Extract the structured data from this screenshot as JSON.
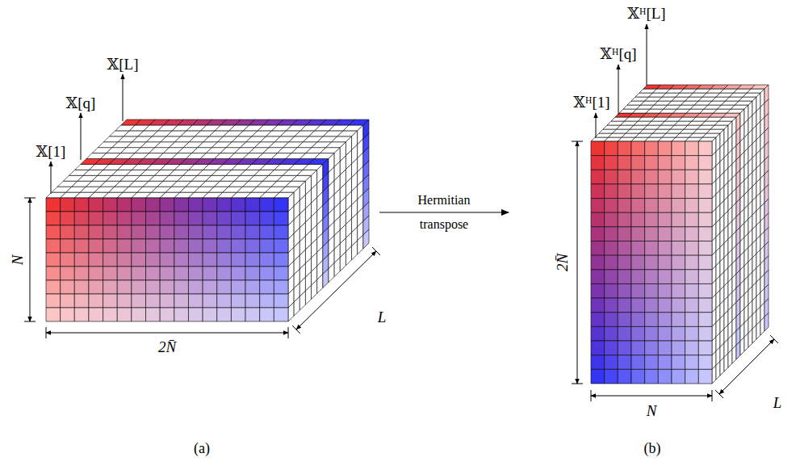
{
  "diagram": {
    "nodes": [
      {
        "text": [
          "(a)"
        ]
      },
      {
        "text": [
          "(b)"
        ]
      }
    ],
    "edges": [
      {
        "from": 0,
        "to": 1,
        "arrow": "to",
        "label": "Hermitian transpose"
      }
    ],
    "labels": [
      "𝕏[L]",
      "𝕏[q]",
      "𝕏[1]",
      "N",
      "2N̄",
      "L",
      "𝕏ᴴ[L]",
      "𝕏ᴴ[q]",
      "𝕏ᴴ[1]",
      "2N̄",
      "N",
      "L"
    ]
  }
}
